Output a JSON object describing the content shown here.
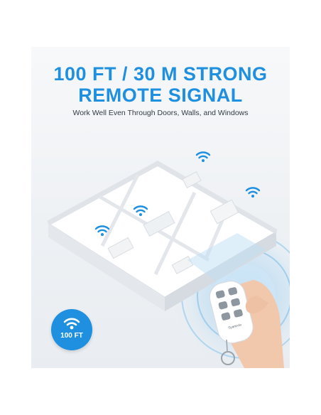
{
  "headline": {
    "line1": "100 FT / 30 M STRONG",
    "line2": "REMOTE SIGNAL"
  },
  "subtitle": "Work Well Even Through Doors, Walls, and Windows",
  "badge": {
    "label": "100 FT",
    "icon": "wifi-icon"
  },
  "remote": {
    "brand": "Syantrolo"
  },
  "colors": {
    "accent": "#1f8fe0",
    "wifi_icon": "#1f8fe0",
    "text_dark": "#333b45"
  }
}
